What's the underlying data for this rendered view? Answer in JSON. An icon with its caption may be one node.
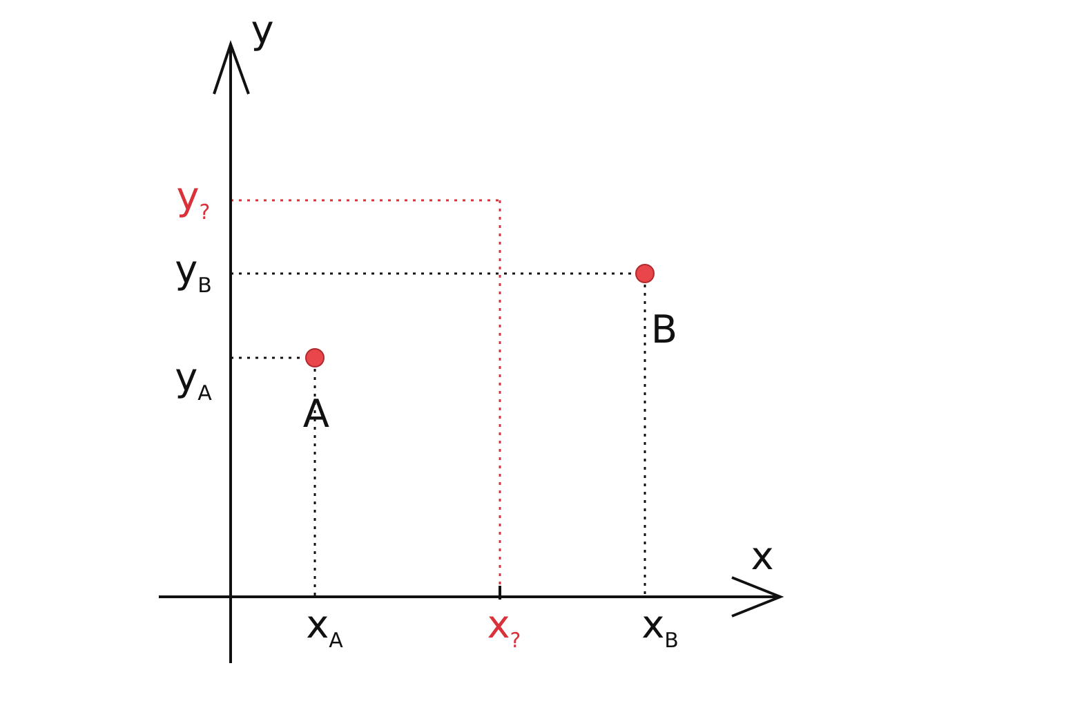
{
  "diagram": {
    "nodes": [
      {
        "text": [
          "A"
        ]
      },
      {
        "text": [
          "B"
        ]
      }
    ],
    "labels": [
      "y",
      "y$_{?}$",
      "y$_{B}$",
      "y$_{A}$",
      "x",
      "x$_{A}$",
      "x$_{?}$",
      "x$_{B}$"
    ]
  }
}
